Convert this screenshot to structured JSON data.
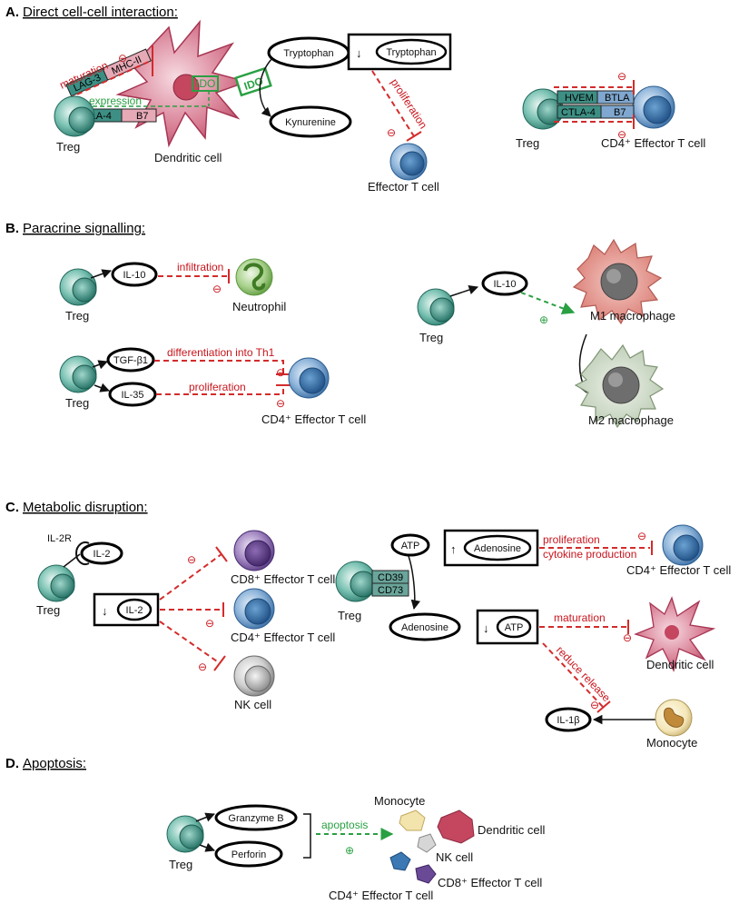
{
  "sections": {
    "A": {
      "letter": "A.",
      "title": "Direct cell-cell interaction:"
    },
    "B": {
      "letter": "B.",
      "title": "Paracrine signalling:"
    },
    "C": {
      "letter": "C.",
      "title": "Metabolic disruption:"
    },
    "D": {
      "letter": "D.",
      "title": "Apoptosis:"
    }
  },
  "a": {
    "treg": "Treg",
    "dendritic_cell": "Dendritic cell",
    "maturation": "maturation",
    "lag3": "LAG-3",
    "mhcii": "MHC-II",
    "ctla4": "CTLA-4",
    "b7": "B7",
    "expression": "expression",
    "ido": "IDO",
    "ido2": "IDO",
    "tryptophan": "Tryptophan",
    "kynurenine": "Kynurenine",
    "down_arrow": "↓",
    "tryptophan_low": "Tryptophan",
    "proliferation": "proliferation",
    "effector_t_cell": "Effector T cell",
    "hvem": "HVEM",
    "btla": "BTLA",
    "ctla4_2": "CTLA-4",
    "b7_2": "B7",
    "treg2": "Treg",
    "cd4_effector": "CD4⁺ Effector T cell",
    "minus": "⊖"
  },
  "b": {
    "treg1": "Treg",
    "il10": "IL-10",
    "infiltration": "infiltration",
    "neutrophil": "Neutrophil",
    "treg2": "Treg",
    "tgfb": "TGF-β1",
    "diff_th1": "differentiation into Th1",
    "il35": "IL-35",
    "proliferation": "proliferation",
    "cd4_effector": "CD4⁺ Effector T cell",
    "treg3": "Treg",
    "il10_b": "IL-10",
    "m1": "M1 macrophage",
    "m2": "M2 macrophage",
    "plus": "⊕",
    "minus": "⊖"
  },
  "c": {
    "il2r": "IL-2R",
    "il2": "IL-2",
    "treg": "Treg",
    "down": "↓",
    "il2_low": "IL-2",
    "cd8_effector": "CD8⁺ Effector T cell",
    "cd4_effector": "CD4⁺ Effector T cell",
    "nk": "NK cell",
    "atp": "ATP",
    "cd39": "CD39",
    "cd73": "CD73",
    "treg2": "Treg",
    "adenosine": "Adenosine",
    "up": "↑",
    "adenosine_high": "Adenosine",
    "proliferation": "proliferation",
    "cytokine": "cytokine production",
    "cd4_effector2": "CD4⁺ Effector T cell",
    "atp_low": "ATP",
    "maturation": "maturation",
    "dendritic": "Dendritic cell",
    "reduce_release": "reduce release",
    "il1b": "IL-1β",
    "monocyte": "Monocyte",
    "minus": "⊖"
  },
  "d": {
    "treg": "Treg",
    "granzyme": "Granzyme B",
    "perforin": "Perforin",
    "apoptosis": "apoptosis",
    "plus": "⊕",
    "monocyte": "Monocyte",
    "dendritic": "Dendritic cell",
    "nk": "NK cell",
    "cd4": "CD4⁺ Effector T cell",
    "cd8": "CD8⁺ Effector T cell"
  },
  "colors": {
    "treg": "#3a9c8c",
    "effector": "#3b78b4",
    "red_line": "#d42b2b",
    "green_line": "#2aa043",
    "dc": "#c9506a"
  }
}
